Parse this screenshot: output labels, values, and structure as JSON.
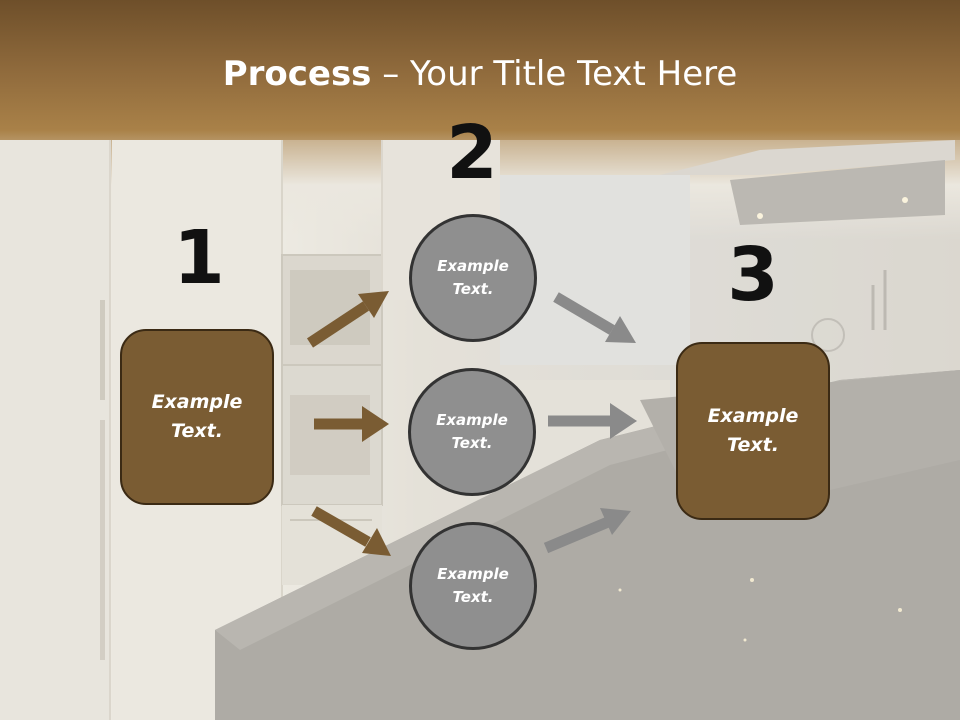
{
  "slide": {
    "title_bold": "Process",
    "title_rest": " – Your Title Text Here",
    "steps": [
      {
        "number": "1"
      },
      {
        "number": "2"
      },
      {
        "number": "3"
      }
    ],
    "left_box": {
      "text": "Example Text."
    },
    "right_box": {
      "text": "Example Text."
    },
    "circles": [
      {
        "text": "Example Text."
      },
      {
        "text": "Example Text."
      },
      {
        "text": "Example Text."
      }
    ]
  },
  "colors": {
    "box_fill": "#7a5c33",
    "box_border": "#3b2a14",
    "circle_fill": "#8f8f8f",
    "circle_border": "#333333",
    "arrow_brown": "#7a5c33",
    "arrow_gray": "#8a8a8a",
    "title_bar": "#8f6a3c"
  }
}
